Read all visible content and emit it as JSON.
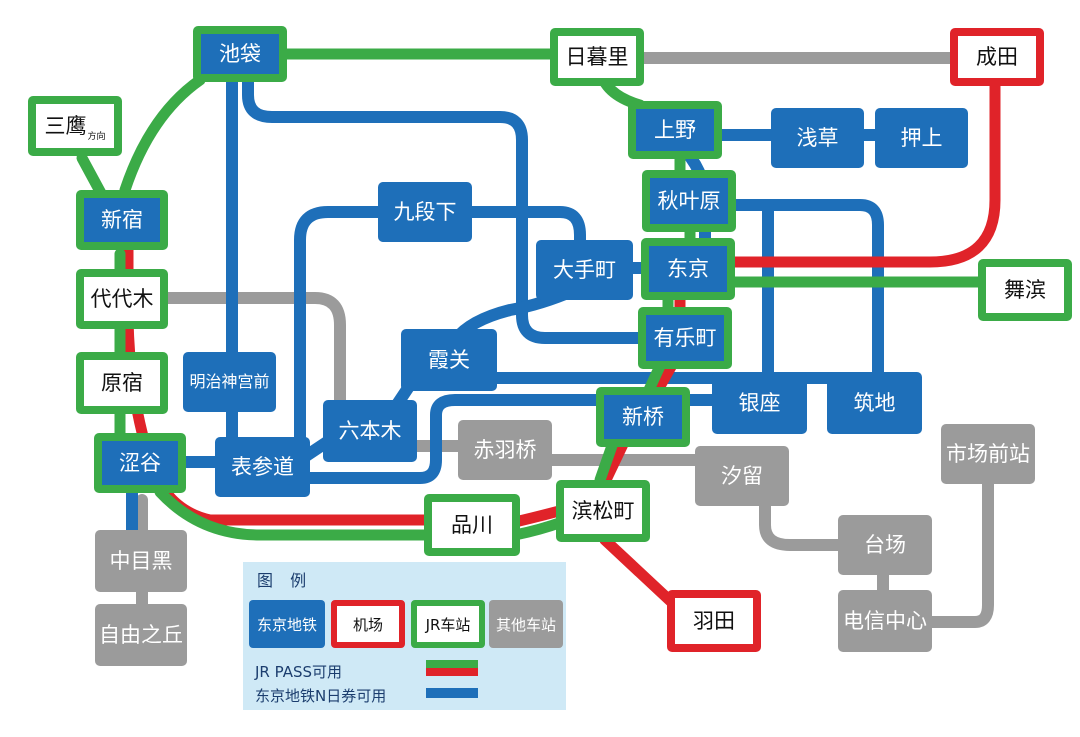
{
  "colors": {
    "metro": "#1e6fb9",
    "jr": "#3bab47",
    "airport": "#e02329",
    "other": "#9b9b9b",
    "legend_bg": "#cfe9f6"
  },
  "stations": {
    "ikebukuro": "池袋",
    "nippori": "日暮里",
    "narita": "成田",
    "mitaka": "三鹰",
    "mitaka_suffix": "方向",
    "ueno": "上野",
    "asakusa": "浅草",
    "oshiage": "押上",
    "shinjuku": "新宿",
    "akihabara": "秋叶原",
    "kudanshita": "九段下",
    "otemachi": "大手町",
    "tokyo": "东京",
    "maihama": "舞滨",
    "yoyogi": "代代木",
    "yurakucho": "有乐町",
    "kasumigaseki": "霞关",
    "harajuku": "原宿",
    "meijijingumae": "明治神宫前",
    "shinbashi": "新桥",
    "ginza": "银座",
    "tsukiji": "筑地",
    "roppongi": "六本木",
    "akabanebashi": "赤羽桥",
    "shichijomae": "市场前站",
    "shibuya": "涩谷",
    "omotesando": "表参道",
    "shiodome": "汐留",
    "shinagawa": "品川",
    "hamamatsucho": "滨松町",
    "daiba": "台场",
    "nakameguro": "中目黑",
    "jiyugaoka": "自由之丘",
    "haneda": "羽田",
    "telecom": "电信中心"
  },
  "legend": {
    "title": "图 例",
    "metro": "东京地铁",
    "airport": "机场",
    "jr": "JR车站",
    "other": "其他车站",
    "jr_pass": "JR PASS可用",
    "metro_pass": "东京地铁N日券可用"
  }
}
